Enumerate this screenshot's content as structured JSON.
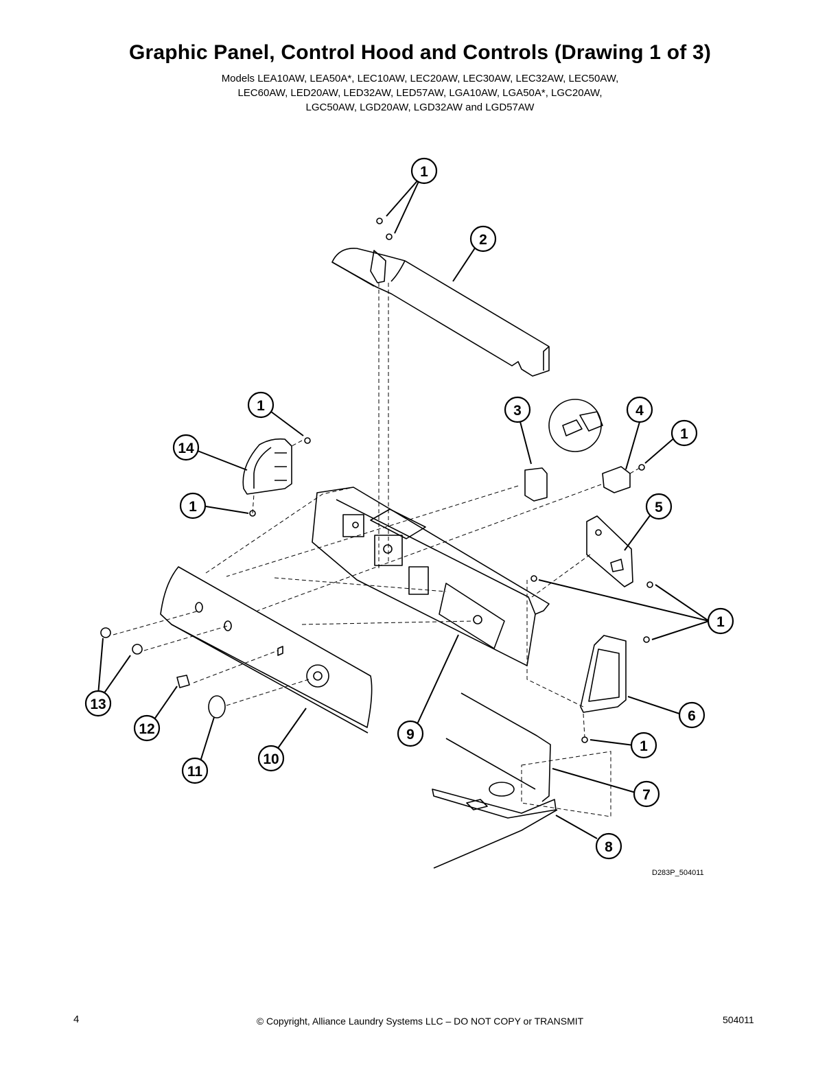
{
  "title": "Graphic Panel, Control Hood and Controls (Drawing 1 of 3)",
  "models": [
    "Models LEA10AW, LEA50A*, LEC10AW, LEC20AW, LEC30AW, LEC32AW, LEC50AW,",
    "LEC60AW, LED20AW, LED32AW, LED57AW, LGA10AW, LGA50A*, LGC20AW,",
    "LGC50AW, LGD20AW, LGD32AW and LGD57AW"
  ],
  "callouts": [
    "1",
    "2",
    "3",
    "4",
    "1",
    "1",
    "5",
    "1",
    "6",
    "1",
    "7",
    "8",
    "9",
    "10",
    "11",
    "12",
    "13",
    "14",
    "1"
  ],
  "drawing_id": "D283P_504011",
  "footer": {
    "page_number": "4",
    "copyright": "© Copyright, Alliance Laundry Systems LLC – DO NOT COPY or TRANSMIT",
    "doc_number": "504011"
  }
}
